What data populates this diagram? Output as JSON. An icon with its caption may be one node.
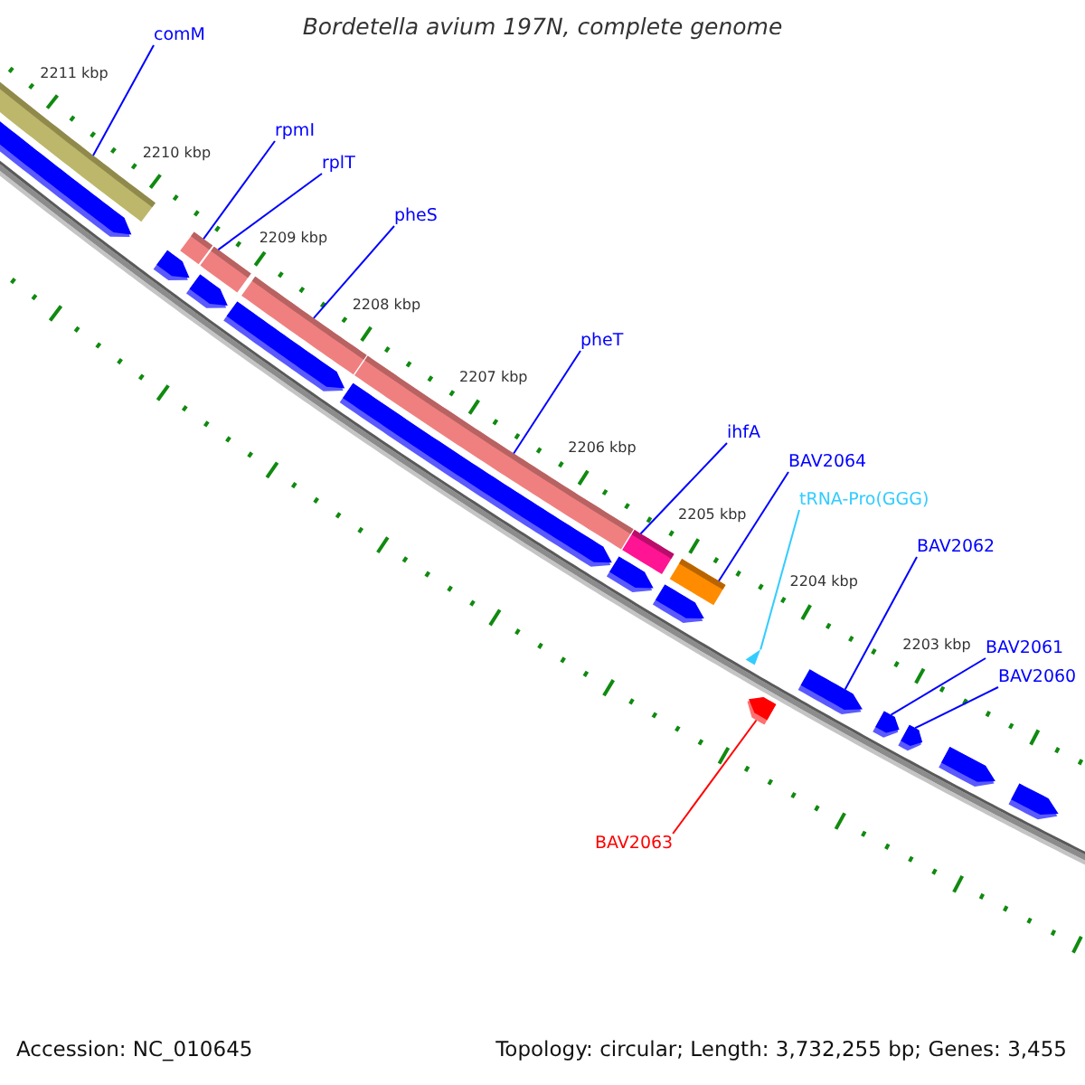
{
  "diagram": {
    "title": "Bordetella avium 197N, complete genome",
    "nodes": [
      {
        "text": [
          "comM"
        ]
      },
      {
        "text": [
          "rpmI"
        ]
      },
      {
        "text": [
          "rplT"
        ]
      },
      {
        "text": [
          "pheS"
        ]
      },
      {
        "text": [
          "pheT"
        ]
      },
      {
        "text": [
          "ihfA"
        ]
      },
      {
        "text": [
          "BAV2064"
        ]
      },
      {
        "text": [
          "tRNA-Pro(GGG)"
        ]
      },
      {
        "text": [
          "BAV2062"
        ]
      },
      {
        "text": [
          "BAV2061"
        ]
      },
      {
        "text": [
          "BAV2060"
        ]
      },
      {
        "text": [
          "BAV2063"
        ]
      },
      {
        "text": [],
        "shape": "bar"
      },
      {
        "text": [],
        "shape": "pentagon"
      },
      {
        "text": [],
        "shape": "bar"
      },
      {
        "text": [],
        "shape": "pentagon"
      },
      {
        "text": [],
        "shape": "bar"
      },
      {
        "text": [],
        "shape": "pentagon"
      },
      {
        "text": [],
        "shape": "bar"
      },
      {
        "text": [],
        "shape": "pentagon"
      },
      {
        "text": [],
        "shape": "bar"
      },
      {
        "text": [],
        "shape": "pentagon"
      },
      {
        "text": [],
        "shape": "bar"
      },
      {
        "text": [],
        "shape": "pentagon"
      },
      {
        "text": [],
        "shape": "bar"
      },
      {
        "text": [],
        "shape": "pentagon"
      },
      {
        "text": [],
        "shape": "triangle"
      },
      {
        "text": [],
        "shape": "pentagon"
      },
      {
        "text": [],
        "shape": "pentagon"
      },
      {
        "text": [],
        "shape": "pentagon"
      },
      {
        "text": [],
        "shape": "pentagon"
      },
      {
        "text": [],
        "shape": "pentagon"
      },
      {
        "text": [],
        "shape": "pentagon"
      }
    ],
    "edges": [
      {
        "from": 0,
        "to": 12,
        "arrow": "none"
      },
      {
        "from": 1,
        "to": 14,
        "arrow": "none"
      },
      {
        "from": 2,
        "to": 16,
        "arrow": "none"
      },
      {
        "from": 3,
        "to": 18,
        "arrow": "none"
      },
      {
        "from": 4,
        "to": 20,
        "arrow": "none"
      },
      {
        "from": 5,
        "to": 22,
        "arrow": "none"
      },
      {
        "from": 6,
        "to": 24,
        "arrow": "none"
      },
      {
        "from": 7,
        "to": 26,
        "arrow": "none",
        "color": "#33ccff"
      },
      {
        "from": 8,
        "to": 28,
        "arrow": "none"
      },
      {
        "from": 9,
        "to": 29,
        "arrow": "none"
      },
      {
        "from": 10,
        "to": 30,
        "arrow": "none"
      },
      {
        "from": 11,
        "to": 27,
        "arrow": "none",
        "color": "#ff0000"
      }
    ],
    "labels": [
      "2211 kbp",
      "2210 kbp",
      "2209 kbp",
      "2208 kbp",
      "2207 kbp",
      "2206 kbp",
      "2205 kbp",
      "2204 kbp",
      "2203 kbp",
      "Accession: NC_010645",
      "Topology: circular; Length: 3,732,255 bp; Genes: 3,455"
    ]
  }
}
